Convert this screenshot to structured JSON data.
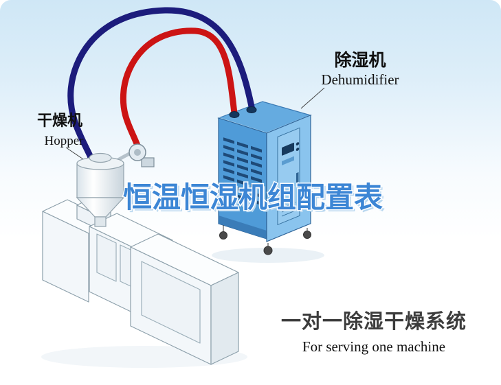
{
  "scene": {
    "background": {
      "top": "#cfe7f6",
      "bottom": "#ffffff"
    },
    "watermark": {
      "text": "恒温恒湿机组配置表",
      "fill": "#3c86d5",
      "outline": "#ffffff",
      "shadow": "#b8d7ef"
    },
    "labels": {
      "dryer": {
        "cn": "干燥机",
        "en": "Hopper"
      },
      "dehumidifier": {
        "cn": "除湿机",
        "en": "Dehumidifier"
      },
      "system": {
        "cn": "一对一除湿干燥系统",
        "en": "For serving one machine"
      }
    },
    "pipes": {
      "blue_hose": "#1c1c7c",
      "red_hose": "#cc1414"
    },
    "dehumidifier_unit": {
      "front": "#4f9bd8",
      "side": "#8ac4ee",
      "top": "#65abe0",
      "slots": "#1e4a78"
    },
    "text_colors": {
      "label": "#111111",
      "system": "#3c3c3c"
    }
  }
}
